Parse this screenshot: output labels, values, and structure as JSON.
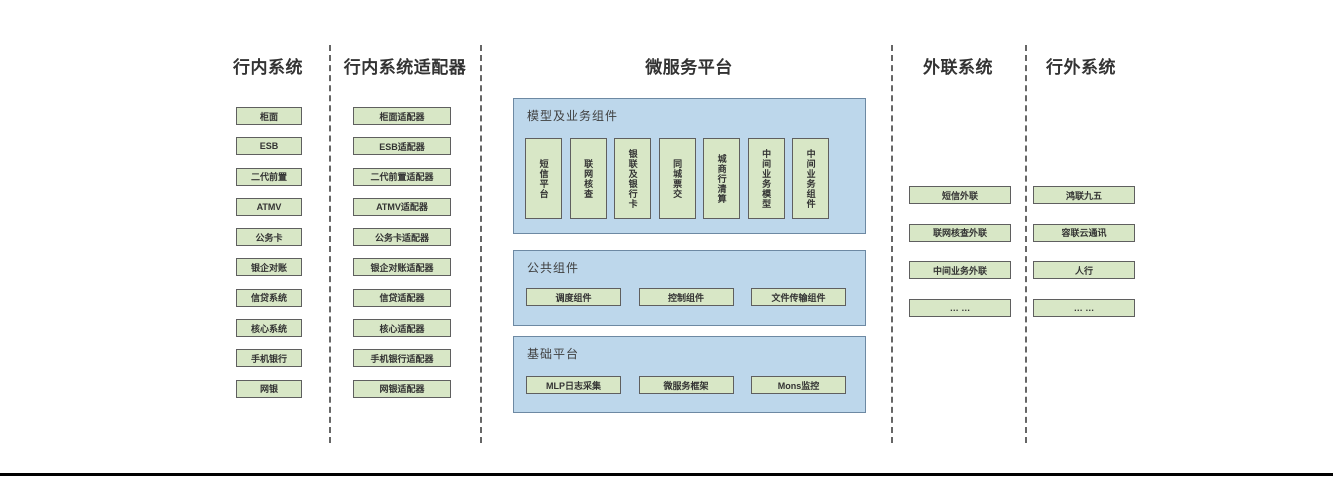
{
  "columns": {
    "internal": {
      "title": "行内系统",
      "items": [
        "柜面",
        "ESB",
        "二代前置",
        "ATMV",
        "公务卡",
        "银企对账",
        "信贷系统",
        "核心系统",
        "手机银行",
        "网银"
      ]
    },
    "adapters": {
      "title": "行内系统适配器",
      "items": [
        "柜面适配器",
        "ESB适配器",
        "二代前置适配器",
        "ATMV适配器",
        "公务卡适配器",
        "银企对账适配器",
        "信贷适配器",
        "核心适配器",
        "手机银行适配器",
        "网银适配器"
      ]
    },
    "external": {
      "title": "外联系统",
      "items": [
        "短信外联",
        "联网核查外联",
        "中间业务外联",
        "… …"
      ]
    },
    "outside": {
      "title": "行外系统",
      "items": [
        "鸿联九五",
        "容联云通讯",
        "人行",
        "… …"
      ]
    }
  },
  "platform": {
    "title": "微服务平台",
    "model_section": {
      "title": "模型及业务组件",
      "items": [
        "短信平台",
        "联网核查",
        "银联及银行卡",
        "同城票交",
        "城商行清算",
        "中间业务模型",
        "中间业务组件"
      ]
    },
    "common_section": {
      "title": "公共组件",
      "items": [
        "调度组件",
        "控制组件",
        "文件传输组件"
      ]
    },
    "base_section": {
      "title": "基础平台",
      "items": [
        "MLP日志采集",
        "微服务框架",
        "Mons监控"
      ]
    }
  },
  "colors": {
    "box_fill": "#d8e7c6",
    "box_border": "#5f5f5f",
    "panel_fill": "#bdd7eb",
    "panel_border": "#6d89a3",
    "divider": "#666666",
    "text": "#3f3f3f",
    "bottom_rule": "#000000"
  }
}
